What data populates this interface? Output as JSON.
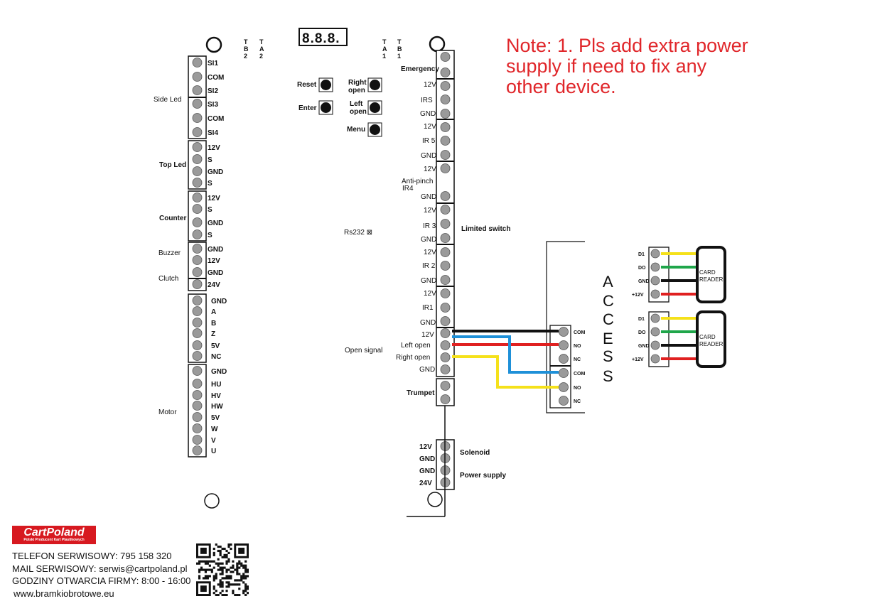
{
  "note": {
    "lines": [
      "Note:  1. Pls  add extra   power",
      "supply  if  need to fix  any",
      "other  device."
    ]
  },
  "display": "8.8.8.",
  "top_labels": {
    "tb2": [
      "T",
      "B",
      "2"
    ],
    "ta2": [
      "T",
      "A",
      "2"
    ],
    "ta1": [
      "T",
      "A",
      "1"
    ],
    "tb1": [
      "T",
      "B",
      "1"
    ]
  },
  "buttons": [
    {
      "label": "Reset"
    },
    {
      "label": "Enter"
    },
    {
      "label": "Right open"
    },
    {
      "label": "Left open"
    },
    {
      "label": "Menu"
    }
  ],
  "rs232": "Rs232 ⊠",
  "left_strip": {
    "terminals": [
      "SI1",
      "COM",
      "SI2",
      "SI3",
      "COM",
      "SI4",
      "12V",
      "S",
      "GND",
      "S",
      "12V",
      "S",
      "GND",
      "S",
      "GND",
      "12V",
      "GND",
      "24V",
      "GND",
      "A",
      "B",
      "Z",
      "5V",
      "NC",
      "GND",
      "HU",
      "HV",
      "HW",
      "5V",
      "W",
      "V",
      "U"
    ],
    "groups": [
      "Side Led",
      "Top Led",
      "Counter",
      "Buzzer",
      "Clutch",
      "Motor"
    ]
  },
  "mid_strip": {
    "terminals": [
      "Emergency",
      "12V",
      "IRS",
      "GND",
      "12V",
      "IR 5",
      "GND",
      "12V",
      "Anti-pinch",
      "IR4",
      "GND",
      "12V",
      "IR 3",
      "GND",
      "12V",
      "IR 2",
      "GND",
      "12V",
      "IR1",
      "GND",
      "12V",
      "Left open",
      "Right open",
      "GND"
    ],
    "right_labels": [
      "Limited switch"
    ],
    "left_labels": [
      "Open signal"
    ],
    "trumpet": "Trumpet"
  },
  "power_strip": {
    "terminals": [
      "12V",
      "GND",
      "GND",
      "24V"
    ],
    "right_labels": [
      "Solenoid",
      "Power supply"
    ]
  },
  "access": {
    "letters": [
      "A",
      "C",
      "C",
      "E",
      "S",
      "S"
    ],
    "relay_terminals": [
      "COM",
      "NO",
      "NC",
      "COM",
      "NO",
      "NC"
    ]
  },
  "card_readers": [
    {
      "pins": [
        "D1",
        "DO",
        "GND",
        "+12V"
      ],
      "label": [
        "CARD",
        "READER"
      ]
    },
    {
      "pins": [
        "D1",
        "DO",
        "GND",
        "+12V"
      ],
      "label": [
        "CARD",
        "READER"
      ]
    }
  ],
  "wire_colors": {
    "black": "#111111",
    "red": "#e02020",
    "blue": "#1e90d8",
    "yellow": "#f5e11a",
    "green": "#1fa64a",
    "note_red": "#e0262a",
    "terminal_grey": "#9a9a9a"
  },
  "footer": {
    "logo": "CartPoland",
    "logo_sub": "Polski Producent Kart Plastikowych",
    "phone": "TELEFON SERWISOWY: 795 158 320",
    "mail": "MAIL SERWISOWY: serwis@cartpoland.pl",
    "hours": "GODZINY OTWARCIA FIRMY: 8:00 - 16:00",
    "web": "www.bramkiobrotowe.eu",
    "qr": "qr-code"
  }
}
